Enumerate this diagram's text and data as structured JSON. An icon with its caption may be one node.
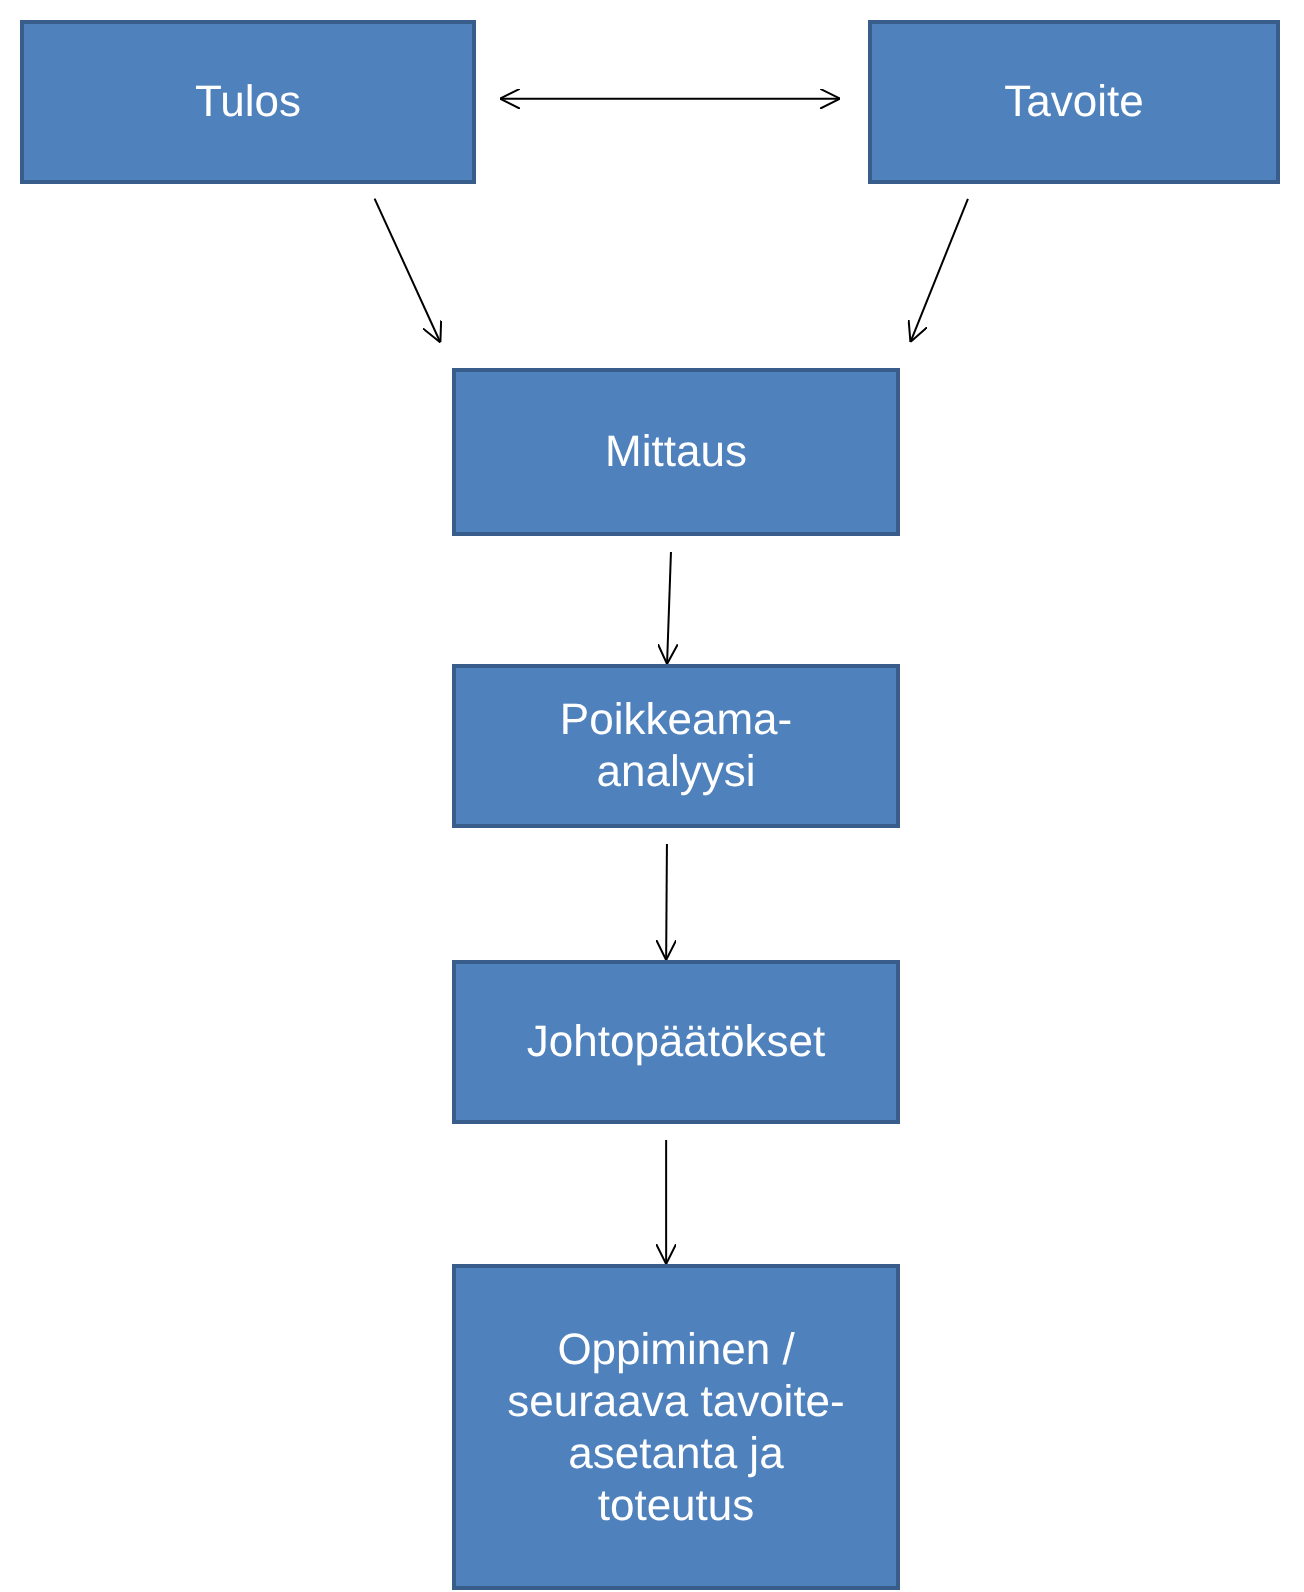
{
  "diagram": {
    "nodes": [
      {
        "text": [
          "Tulos"
        ]
      },
      {
        "text": [
          "Tavoite"
        ]
      },
      {
        "text": [
          "Mittaus"
        ]
      },
      {
        "text": [
          "Poikkeama- analyysi"
        ]
      },
      {
        "text": [
          "Johtopäätökset"
        ]
      },
      {
        "text": [
          "Oppiminen / seuraava tavoite- asetanta ja toteutus"
        ]
      }
    ],
    "edges": [
      {
        "from": 0,
        "to": 1,
        "arrow": "both"
      },
      {
        "from": 0,
        "to": 2,
        "arrow": "to"
      },
      {
        "from": 1,
        "to": 2,
        "arrow": "to"
      },
      {
        "from": 2,
        "to": 3,
        "arrow": "to"
      },
      {
        "from": 3,
        "to": 4,
        "arrow": "to"
      },
      {
        "from": 4,
        "to": 5,
        "arrow": "to"
      }
    ]
  }
}
